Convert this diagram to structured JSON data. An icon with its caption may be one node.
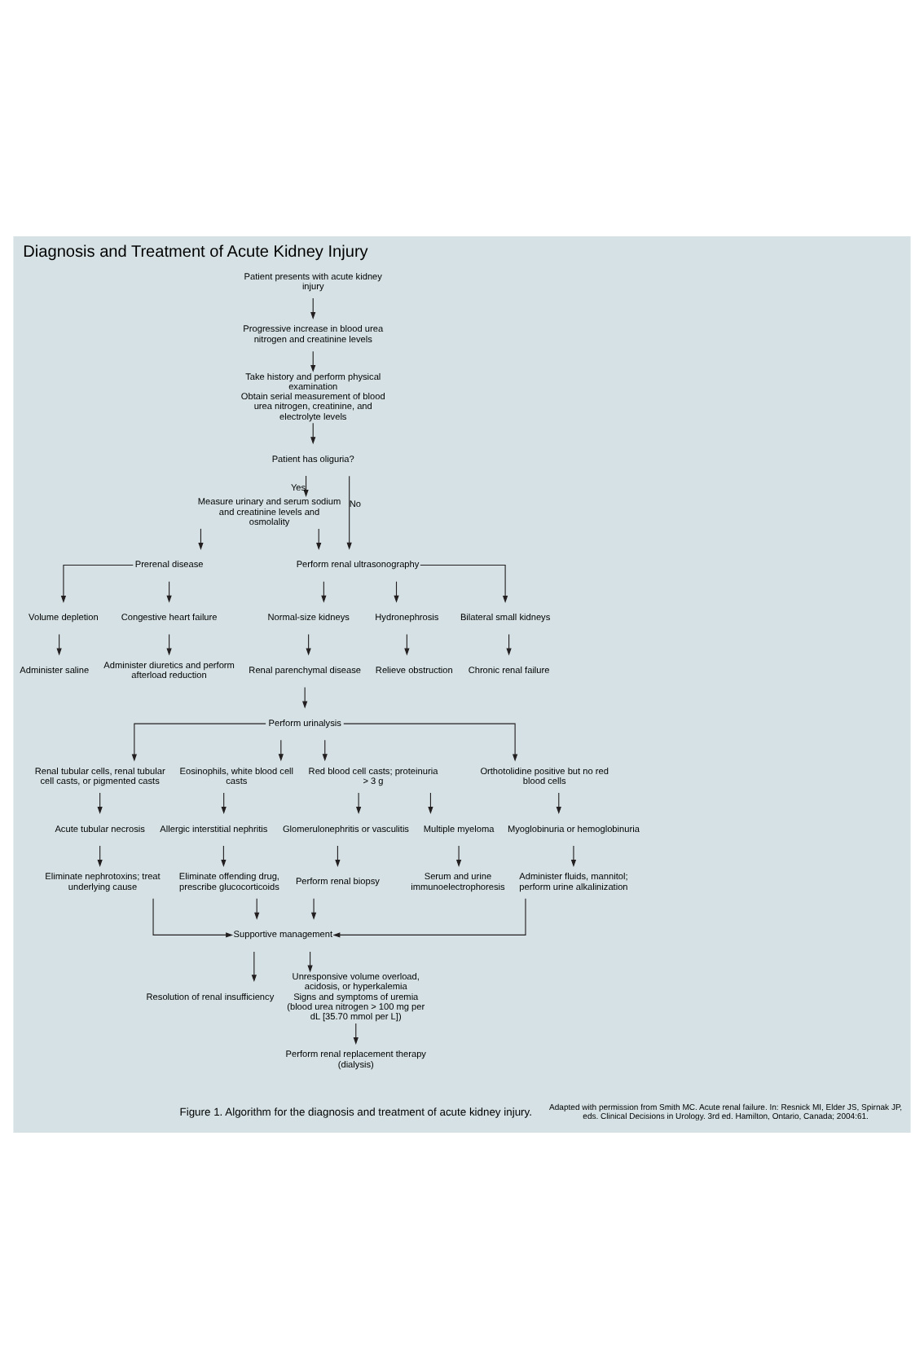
{
  "diagram": {
    "title": "Diagnosis and Treatment of Acute Kidney Injury",
    "caption": "Figure 1. Algorithm for the diagnosis and treatment of acute kidney injury.",
    "nodes": [
      {
        "text": [
          "Patient presents with acute kidney injury"
        ]
      },
      {
        "text": [
          "Progressive increase in blood urea nitrogen and creatinine levels"
        ]
      },
      {
        "text": [
          "Take history and perform physical examination",
          "Obtain serial measurement of blood urea nitrogen, creatinine, and electrolyte levels"
        ]
      },
      {
        "text": [
          "Patient has oliguria?"
        ]
      },
      {
        "text": [
          "Measure urinary and serum sodium and creatinine levels and osmolality"
        ]
      },
      {
        "text": [
          "Prerenal disease"
        ]
      },
      {
        "text": [
          "Perform renal ultrasonography"
        ]
      },
      {
        "text": [
          "Volume depletion"
        ]
      },
      {
        "text": [
          "Congestive heart failure"
        ]
      },
      {
        "text": [
          "Administer saline"
        ]
      },
      {
        "text": [
          "Administer diuretics and perform afterload reduction"
        ]
      },
      {
        "text": [
          "Normal-size kidneys"
        ]
      },
      {
        "text": [
          "Hydronephrosis"
        ]
      },
      {
        "text": [
          "Bilateral small kidneys"
        ]
      },
      {
        "text": [
          "Renal parenchymal disease"
        ]
      },
      {
        "text": [
          "Relieve obstruction"
        ]
      },
      {
        "text": [
          "Chronic renal failure"
        ]
      },
      {
        "text": [
          "Perform urinalysis"
        ]
      },
      {
        "text": [
          "Renal tubular cells, renal tubular cell casts, or pigmented casts"
        ]
      },
      {
        "text": [
          "Eosinophils, white blood cell casts"
        ]
      },
      {
        "text": [
          "Red blood cell casts; proteinuria > 3 g"
        ]
      },
      {
        "text": [
          "Orthotolidine positive but no red blood cells"
        ]
      },
      {
        "text": [
          "Acute tubular necrosis"
        ]
      },
      {
        "text": [
          "Allergic interstitial nephritis"
        ]
      },
      {
        "text": [
          "Glomerulonephritis or vasculitis"
        ]
      },
      {
        "text": [
          "Multiple myeloma"
        ]
      },
      {
        "text": [
          "Myoglobinuria or hemoglobinuria"
        ]
      },
      {
        "text": [
          "Eliminate nephrotoxins; treat underlying cause"
        ]
      },
      {
        "text": [
          "Eliminate offending drug, prescribe glucocorticoids"
        ]
      },
      {
        "text": [
          "Perform renal biopsy"
        ]
      },
      {
        "text": [
          "Serum and urine immunoelectrophoresis"
        ]
      },
      {
        "text": [
          "Administer fluids, mannitol; perform urine alkalinization"
        ]
      },
      {
        "text": [
          "Supportive management"
        ]
      },
      {
        "text": [
          "Resolution of renal insufficiency"
        ]
      },
      {
        "text": [
          "Unresponsive volume overload, acidosis, or hyperkalemia",
          "Signs and symptoms of uremia (blood urea nitrogen > 100 mg per dL [35.70 mmol per L])"
        ]
      },
      {
        "text": [
          "Perform renal replacement therapy (dialysis)"
        ]
      }
    ],
    "edges": [
      {
        "from": 0,
        "to": 1,
        "arrow": "to"
      },
      {
        "from": 1,
        "to": 2,
        "arrow": "to"
      },
      {
        "from": 2,
        "to": 3,
        "arrow": "to"
      },
      {
        "from": 3,
        "to": 4,
        "arrow": "to",
        "label": "Yes"
      },
      {
        "from": 3,
        "to": 6,
        "arrow": "to",
        "label": "No"
      },
      {
        "from": 4,
        "to": 5,
        "arrow": "to"
      },
      {
        "from": 4,
        "to": 6,
        "arrow": "to"
      },
      {
        "from": 5,
        "to": 7,
        "arrow": "to"
      },
      {
        "from": 5,
        "to": 8,
        "arrow": "to"
      },
      {
        "from": 7,
        "to": 9,
        "arrow": "to"
      },
      {
        "from": 8,
        "to": 10,
        "arrow": "to"
      },
      {
        "from": 6,
        "to": 11,
        "arrow": "to"
      },
      {
        "from": 6,
        "to": 12,
        "arrow": "to"
      },
      {
        "from": 6,
        "to": 13,
        "arrow": "to"
      },
      {
        "from": 11,
        "to": 14,
        "arrow": "to"
      },
      {
        "from": 12,
        "to": 15,
        "arrow": "to"
      },
      {
        "from": 13,
        "to": 16,
        "arrow": "to"
      },
      {
        "from": 14,
        "to": 17,
        "arrow": "to"
      },
      {
        "from": 17,
        "to": 18,
        "arrow": "to"
      },
      {
        "from": 17,
        "to": 19,
        "arrow": "to"
      },
      {
        "from": 17,
        "to": 20,
        "arrow": "to"
      },
      {
        "from": 17,
        "to": 21,
        "arrow": "to"
      },
      {
        "from": 18,
        "to": 22,
        "arrow": "to"
      },
      {
        "from": 19,
        "to": 23,
        "arrow": "to"
      },
      {
        "from": 20,
        "to": 24,
        "arrow": "to"
      },
      {
        "from": 20,
        "to": 25,
        "arrow": "to"
      },
      {
        "from": 21,
        "to": 26,
        "arrow": "to"
      },
      {
        "from": 22,
        "to": 27,
        "arrow": "to"
      },
      {
        "from": 23,
        "to": 28,
        "arrow": "to"
      },
      {
        "from": 24,
        "to": 29,
        "arrow": "to"
      },
      {
        "from": 25,
        "to": 30,
        "arrow": "to"
      },
      {
        "from": 26,
        "to": 31,
        "arrow": "to"
      },
      {
        "from": 27,
        "to": 32,
        "arrow": "to"
      },
      {
        "from": 28,
        "to": 32,
        "arrow": "to"
      },
      {
        "from": 29,
        "to": 32,
        "arrow": "to"
      },
      {
        "from": 31,
        "to": 32,
        "arrow": "to"
      },
      {
        "from": 32,
        "to": 33,
        "arrow": "to"
      },
      {
        "from": 32,
        "to": 34,
        "arrow": "to"
      },
      {
        "from": 34,
        "to": 35,
        "arrow": "to"
      }
    ],
    "labels": [
      "Adapted with permission from Smith MC. Acute renal failure. In: Resnick MI, Elder JS, Spirnak JP, eds. Clinical Decisions in Urology. 3rd ed. Hamilton, Ontario, Canada; 2004:61."
    ]
  }
}
